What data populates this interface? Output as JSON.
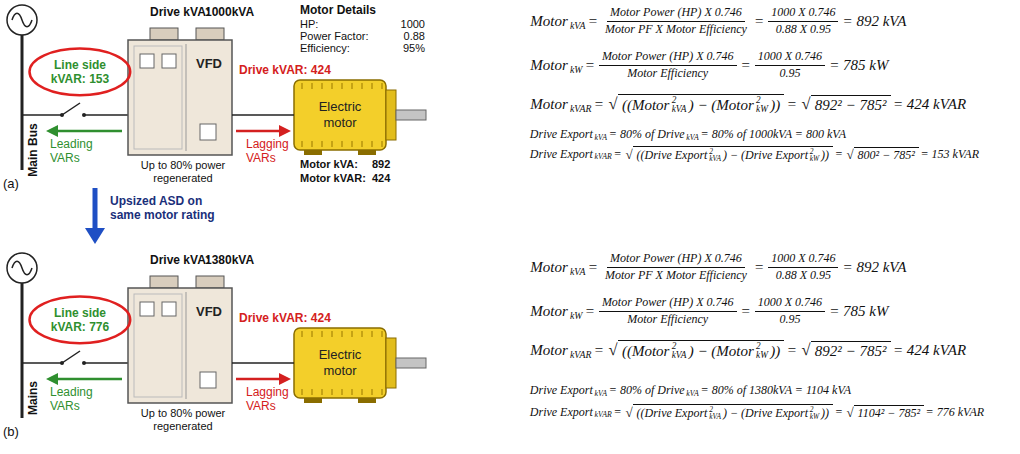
{
  "diagram": {
    "nodes": [
      {
        "text": [
          "Line side kVAR: 153"
        ]
      },
      {
        "text": [
          "VFD"
        ]
      },
      {
        "text": [
          "Electric motor"
        ]
      },
      {
        "text": [
          "Line side kVAR: 776"
        ]
      },
      {
        "text": [
          "VFD"
        ]
      },
      {
        "text": [
          "Electric motor"
        ]
      }
    ],
    "edges": [
      {
        "from": 1,
        "to": 2,
        "arrow": "none",
        "label": "Drive kVAR: 424"
      },
      {
        "from": 4,
        "to": 5,
        "arrow": "none",
        "label": "Drive kVAR: 424"
      }
    ],
    "labels": [
      "Drive kVA:",
      "1000kVA",
      "Motor Details",
      "HP:",
      "1000",
      "Power Factor:",
      "0.88",
      "Efficiency:",
      "95%",
      "Main Bus",
      "Leading VARs",
      "Lagging VARs",
      "Up to 80% power regenerated",
      "Motor kVA:",
      "892",
      "Motor kVAR:",
      "424",
      "(a)",
      "Upsized ASD on same motor rating",
      "Drive kVA:",
      "1380kVA",
      "Mains",
      "Leading VARs",
      "Lagging VARs",
      "Up to 80% power regenerated",
      "(b)",
      "Motor",
      "kVA",
      "=",
      "Motor Power (HP) X 0.746",
      "Motor PF X Motor Efficiency",
      "=",
      "1000 X 0.746",
      "0.88 X 0.95",
      "= 892 kVA",
      "Motor",
      "kW",
      "=",
      "Motor Power (HP) X 0.746",
      "Motor Efficiency",
      "=",
      "1000 X 0.746",
      "0.95",
      "= 785 kW",
      "Motor",
      "kVAR",
      "=",
      "√",
      "((Motor",
      "2",
      "kVA",
      ") − (Motor",
      "2",
      "kW",
      "))",
      "=",
      "√",
      "892² − 785²",
      "= 424 kVAR",
      "Drive Export",
      "kVA",
      "= 80% of Drive",
      "kVA",
      "= 80% of 1000kVA = 800 kVA",
      "Drive Export",
      "kVAR",
      "=",
      "√",
      "((Drive Export",
      "2",
      "kVA",
      ") − (Drive Export",
      "2",
      "kW",
      "))",
      "=",
      "√",
      "800² − 785²",
      "= 153 kVAR",
      "Motor",
      "kVA",
      "=",
      "Motor Power (HP) X 0.746",
      "Motor PF X Motor Efficiency",
      "=",
      "1000 X 0.746",
      "0.88 X 0.95",
      "= 892 kVA",
      "Motor",
      "kW",
      "=",
      "Motor Power (HP) X 0.746",
      "Motor Efficiency",
      "=",
      "1000 X 0.746",
      "0.95",
      "= 785 kW",
      "Motor",
      "kVAR",
      "=",
      "√",
      "((Motor",
      "2",
      "kVA",
      ") − (Motor",
      "2",
      "kW",
      "))",
      "=",
      "√",
      "892² − 785²",
      "= 424 kVAR",
      "Drive Export",
      "kVA",
      "= 80% of Drive",
      "kVA",
      "= 80% of 1380kVA = 1104 kVA",
      "Drive Export",
      "kVAR",
      "=",
      "√",
      "((Drive Export",
      "2",
      "kVA",
      ") − (Drive Export",
      "2",
      "kW",
      "))",
      "=",
      "√",
      "1104² − 785²",
      "= 776 kVAR"
    ]
  }
}
